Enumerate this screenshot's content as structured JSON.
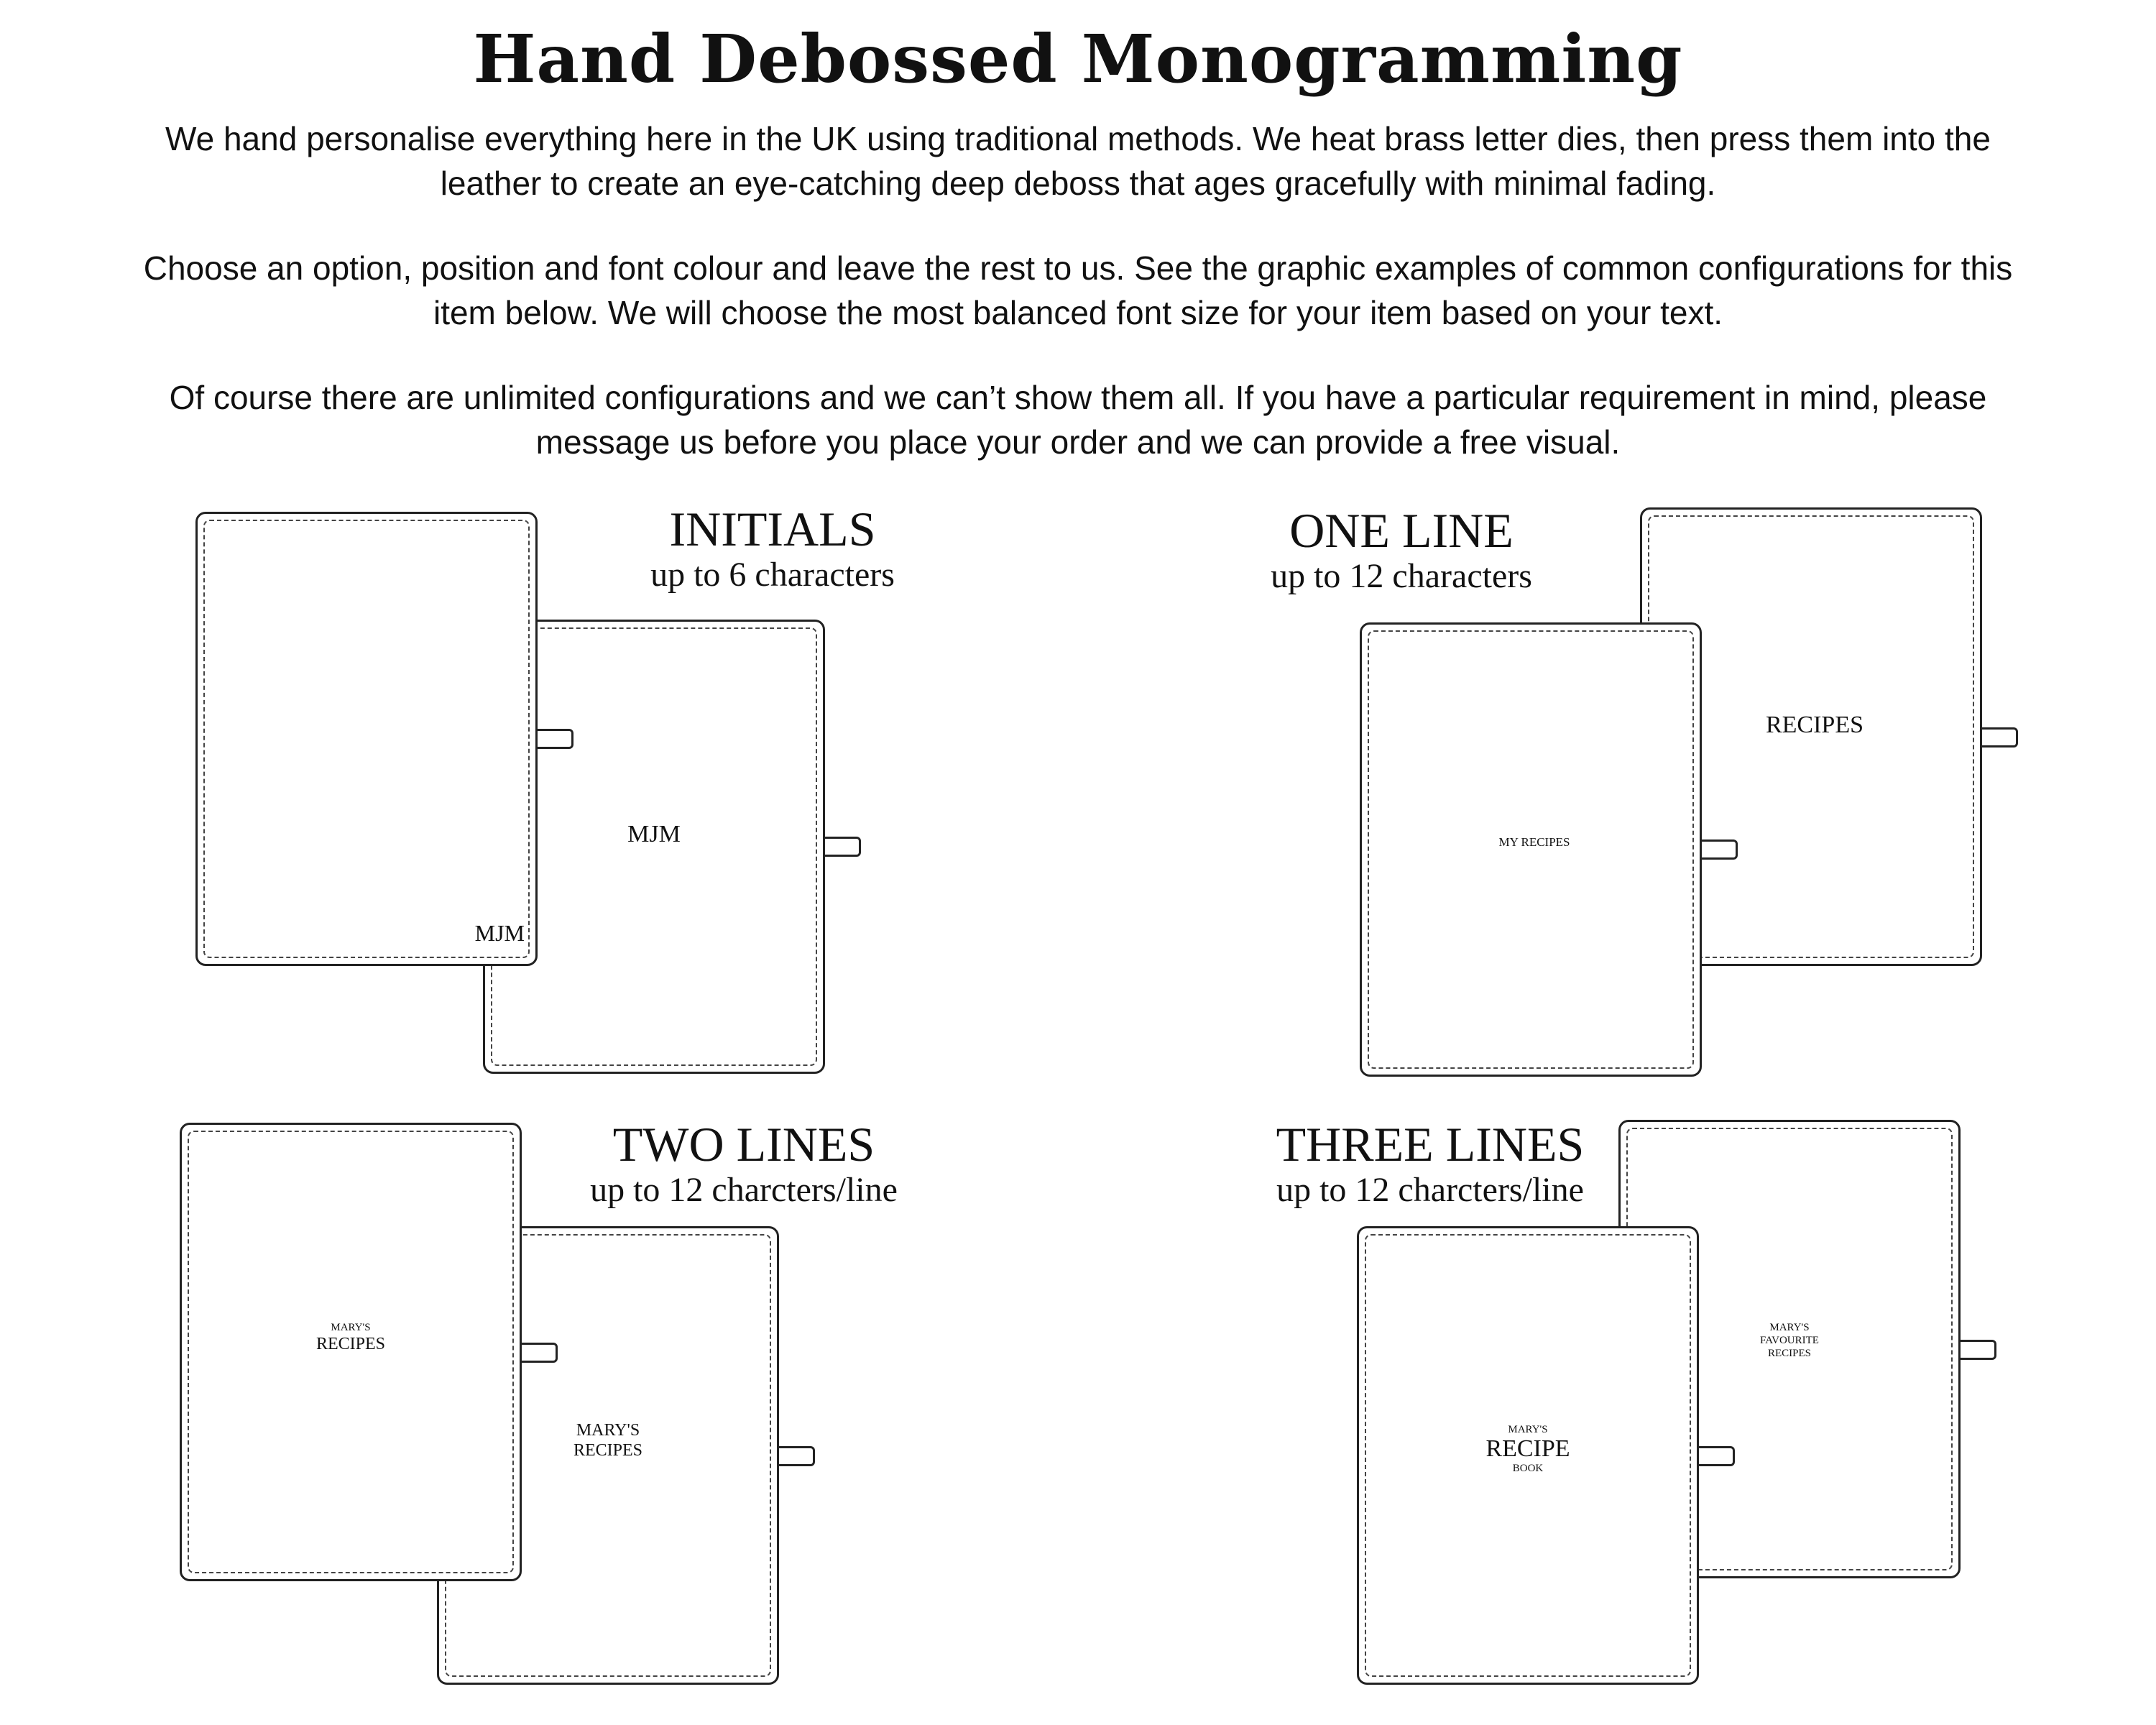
{
  "header": {
    "title": "Hand Debossed Monogramming",
    "paragraphs": [
      [
        "We hand personalise everything here in the UK using traditional methods. We heat brass letter dies, then press them into the",
        "leather to create an eye-catching deep deboss that ages gracefully with minimal fading."
      ],
      [
        "Choose an option, position and font colour and leave the rest to us. See the graphic examples of common configurations for this",
        "item below. We will choose the most balanced font size for your item based on your text."
      ],
      [
        "Of course there are unlimited configurations and we can’t show them all. If you have a particular requirement in mind, please",
        "message  us before you place your order and we can provide a free visual."
      ]
    ]
  },
  "options": {
    "initials": {
      "title": "INITIALS",
      "subtitle": "up to 6 characters",
      "front_text": "MJM",
      "back_text": "MJM"
    },
    "one_line": {
      "title": "ONE LINE",
      "subtitle": "up to 12 characters",
      "back_text": "RECIPES",
      "front_text": "MY RECIPES"
    },
    "two_lines": {
      "title": "TWO LINES",
      "subtitle": "up to 12 charcters/line",
      "front_line1": "MARY'S",
      "front_line2": "RECIPES",
      "back_line1": "MARY'S",
      "back_line2": "RECIPES"
    },
    "three_lines": {
      "title": "THREE LINES",
      "subtitle": "up to 12 charcters/line",
      "back_line1": "MARY'S",
      "back_line2": "FAVOURITE",
      "back_line3": "RECIPES",
      "front_line1": "MARY'S",
      "front_line2": "RECIPE",
      "front_line3": "BOOK"
    }
  }
}
